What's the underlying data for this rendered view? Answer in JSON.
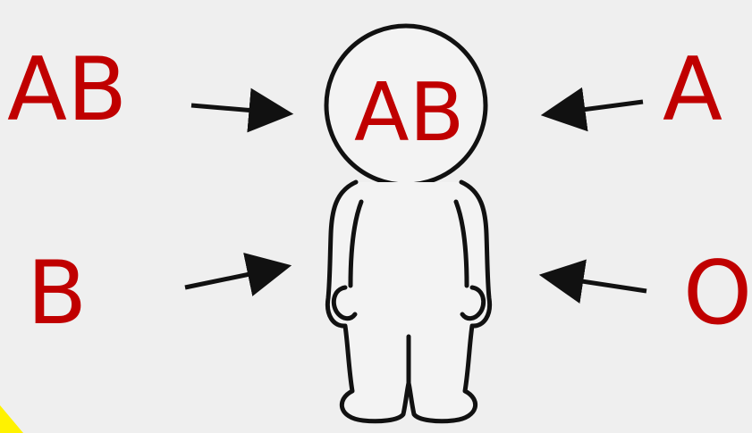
{
  "diagram": {
    "labels": {
      "top_left": "AB",
      "center_head": "AB",
      "top_right": "A",
      "bottom_left": "B",
      "bottom_right": "O"
    },
    "colors": {
      "label": "#c00000",
      "line": "#111111",
      "background": "#efefef",
      "figure_fill": "#f3f3f3",
      "corner_highlight": "#fff200"
    }
  }
}
